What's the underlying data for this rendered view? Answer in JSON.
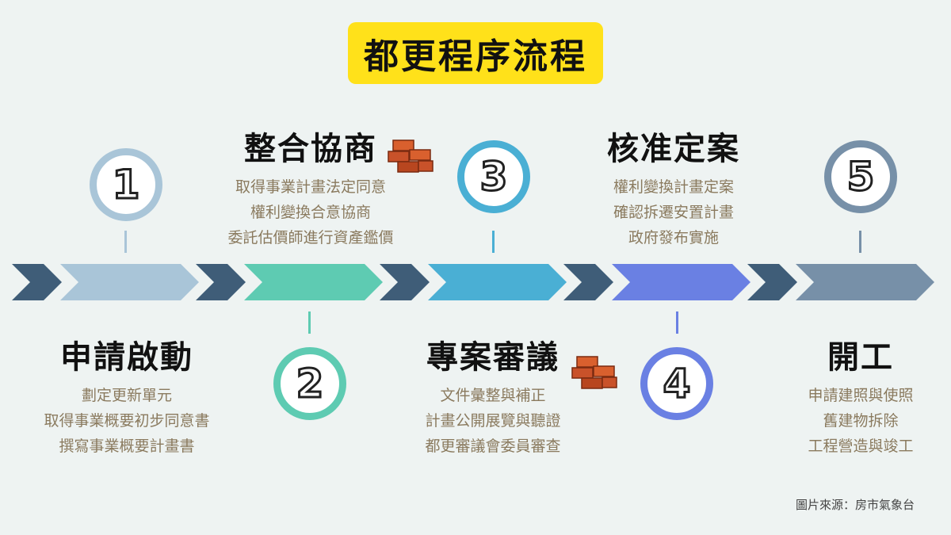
{
  "title": "都更程序流程",
  "steps": [
    {
      "number": "1",
      "name": "申請啟動",
      "color": "#a9c5d8",
      "items": [
        "劃定更新單元",
        "取得事業概要初步同意書",
        "撰寫事業概要計畫書"
      ]
    },
    {
      "number": "2",
      "name": "整合協商",
      "color": "#5ecbb2",
      "items": [
        "取得事業計畫法定同意",
        "權利變換合意協商",
        "委託估價師進行資產鑑價"
      ]
    },
    {
      "number": "3",
      "name": "專案審議",
      "color": "#4aafd4",
      "items": [
        "文件彙整與補正",
        "計畫公開展覽與聽證",
        "都更審議會委員審查"
      ]
    },
    {
      "number": "4",
      "name": "核准定案",
      "color": "#6a80e3",
      "items": [
        "權利變換計畫定案",
        "確認拆遷安置計畫",
        "政府發布實施"
      ]
    },
    {
      "number": "5",
      "name": "開工",
      "color": "#7790a8",
      "items": [
        "申請建照與使照",
        "舊建物拆除",
        "工程營造與竣工"
      ]
    }
  ],
  "colors": {
    "background": "#eef3f2",
    "title_bg": "#ffe11a",
    "dark_chevron": "#3f5d78",
    "desc_text": "#8a7a5e",
    "brick": "#c9522a"
  },
  "icons": [
    "brick-icon"
  ],
  "source": "圖片來源：房市氣象台"
}
